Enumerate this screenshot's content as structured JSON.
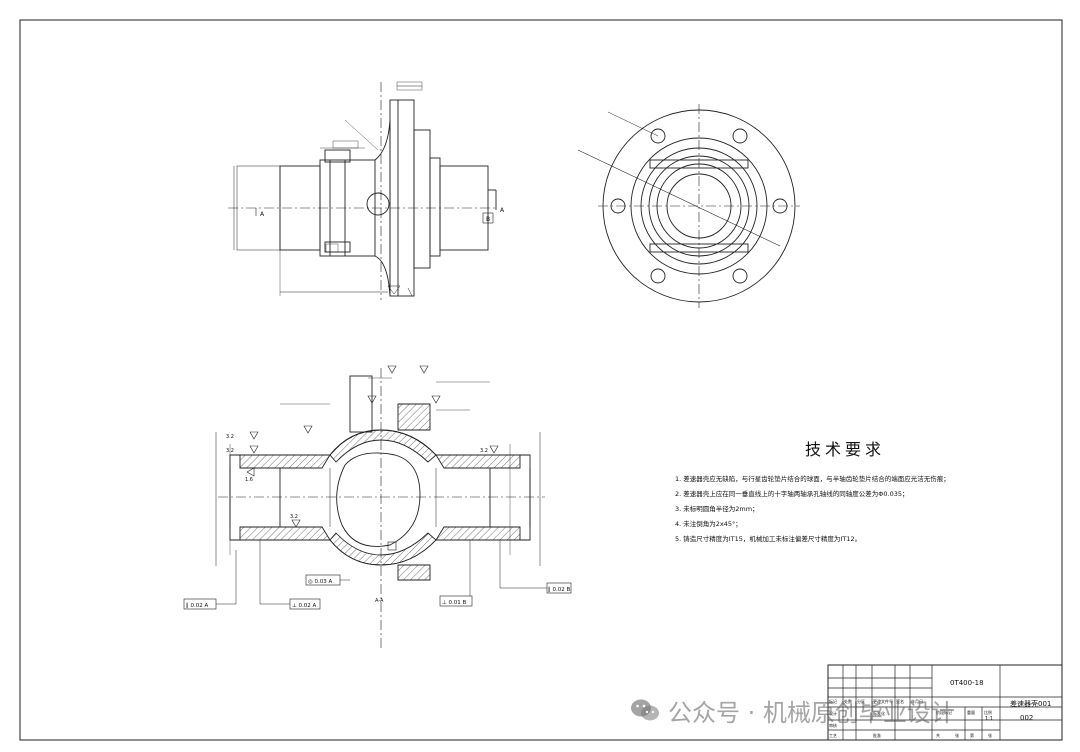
{
  "technical_requirements": {
    "title": "技术要求",
    "items": [
      "1. 差速器壳应无缺陷，与行星齿轮垫片结合的球面，与半轴齿轮垫片结合的端面应光洁无伤痕；",
      "2. 差速器壳上应在同一垂直线上的十字轴两轴承孔轴线的同轴度公差为Φ0.035；",
      "3. 未标明圆角半径为2mm；",
      "4. 未注倒角为2x45°；",
      "5. 铸造尺寸精度为IT15，机械加工未标注偏差尺寸精度为IT12。"
    ]
  },
  "title_block": {
    "drawing_no": "0T400-18",
    "part_name": "差速器壳001",
    "sheet_code": "002",
    "scale": "1:1",
    "labels": {
      "mark": "标记",
      "count": "处数",
      "zone": "分区",
      "change_doc": "更改文件号",
      "sign": "签名",
      "date": "年月日",
      "design": "设计",
      "standard": "标准化",
      "review": "审核",
      "process": "工艺",
      "approve": "批准",
      "stage": "阶段标记",
      "weight": "重量",
      "ratio": "比例",
      "total": "共",
      "sheets": "张",
      "sheet_no": "第"
    }
  },
  "annotations": {
    "datum_a": "A",
    "datum_b": "B",
    "rough_1": "1.6",
    "rough_2": "3.2",
    "frame_1": "∥ 0.02 A",
    "frame_2": "⊥ 0.02 A",
    "frame_3": "⊥ 0.01 B",
    "frame_4": "∥ 0.02 B",
    "frame_5": "◎ 0.03 A",
    "section_mark": "A-A"
  },
  "watermark": {
    "text": "公众号 · 机械原创毕业设计"
  }
}
